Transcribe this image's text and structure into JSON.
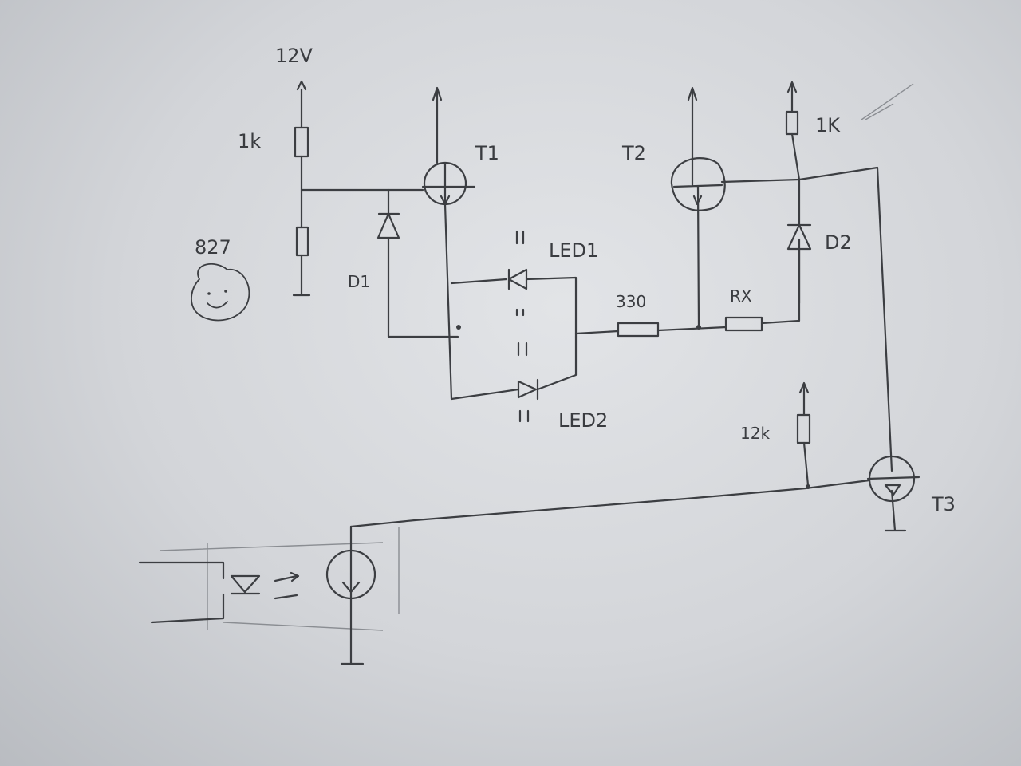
{
  "diagram": {
    "supply_label": "12V",
    "components": {
      "r_top": "1k",
      "r_bottom_value": "827",
      "diode1": "D1",
      "transistor1": "T1",
      "transistor2": "T2",
      "r_1k": "1K",
      "diode2": "D2",
      "led1": "LED1",
      "led2": "LED2",
      "r_330": "330",
      "r_x": "RX",
      "r_12k": "12k",
      "transistor3": "T3"
    },
    "colors": {
      "paper": "#d8dadd",
      "ink": "#3c3e42"
    }
  }
}
